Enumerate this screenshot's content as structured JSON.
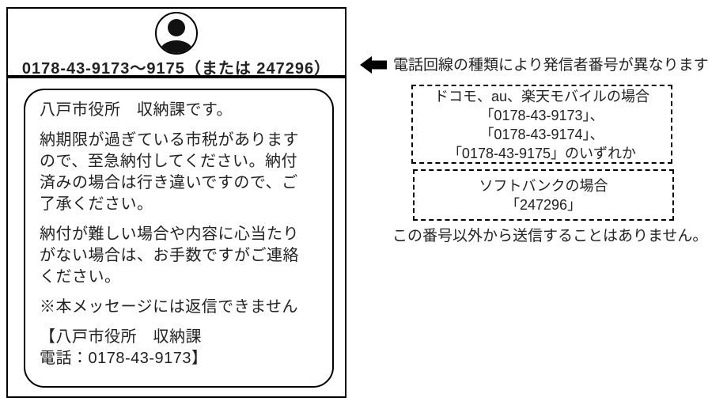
{
  "phone": {
    "sender_number": "0178-43-9173～9175（または 247296）",
    "avatar_icon": "person-icon",
    "message": {
      "paragraphs": [
        "八戸市役所　収納課です。",
        "納期限が過ぎている市税があります\nので、至急納付してください。納付\n済みの場合は行き違いですので、ご\n了承ください。",
        "納付が難しい場合や内容に心当たり\nがない場合は、お手数ですがご連絡\nください。",
        "※本メッセージには返信できません",
        "【八戸市役所　収納課\n電話：0178-43-9173】"
      ]
    }
  },
  "annotation": {
    "arrow_icon": "arrow-left-icon",
    "title": "電話回線の種類により発信者番号が異なります",
    "carrier_boxes": [
      {
        "label": "ドコモ、au、楽天モバイルの場合\n「0178-43-9173」、\n「0178-43-9174」、\n「0178-43-9175」のいずれか"
      },
      {
        "label": "ソフトバンクの場合\n「247296」"
      }
    ],
    "footnote": "この番号以外から送信することはありません。"
  },
  "colors": {
    "ink": "#222222",
    "border": "#000000",
    "background": "#ffffff"
  }
}
